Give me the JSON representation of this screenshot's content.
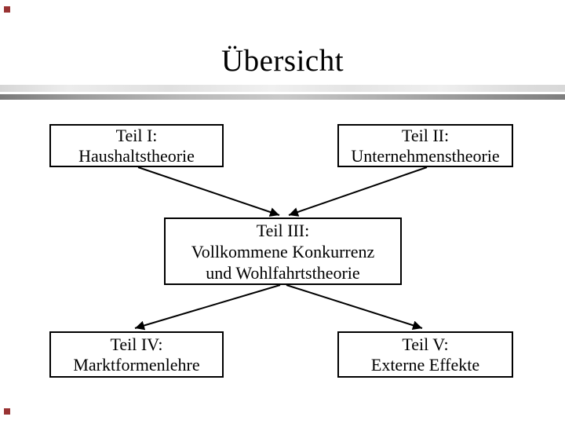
{
  "slide": {
    "title": "Übersicht"
  },
  "decor": {
    "accent_square_color": "#993333",
    "divider_light_color": "#e3e3e3",
    "divider_dark_color": "#8f8f8f",
    "border_color": "#000000",
    "text_color": "#000000",
    "background_color": "#ffffff"
  },
  "diagram": {
    "nodes": [
      {
        "id": "teil-i",
        "lines": [
          "Teil I:",
          "Haushaltstheorie"
        ]
      },
      {
        "id": "teil-ii",
        "lines": [
          "Teil II:",
          "Unternehmensthe orie"
        ]
      },
      {
        "id": "teil-iii",
        "lines": [
          "Teil III:",
          "Vollkommene Konkurrenz",
          "und Wohlfahrtstheorie"
        ]
      },
      {
        "id": "teil-iv",
        "lines": [
          "Teil IV:",
          "Marktformenlehre"
        ]
      },
      {
        "id": "teil-v",
        "lines": [
          "Teil V:",
          "Externe Effekte"
        ]
      }
    ],
    "connections": [
      {
        "from": "teil-i",
        "to": "teil-iii"
      },
      {
        "from": "teil-ii",
        "to": "teil-iii"
      },
      {
        "from": "teil-iii",
        "to": "teil-iv"
      },
      {
        "from": "teil-iii",
        "to": "teil-v"
      }
    ]
  }
}
